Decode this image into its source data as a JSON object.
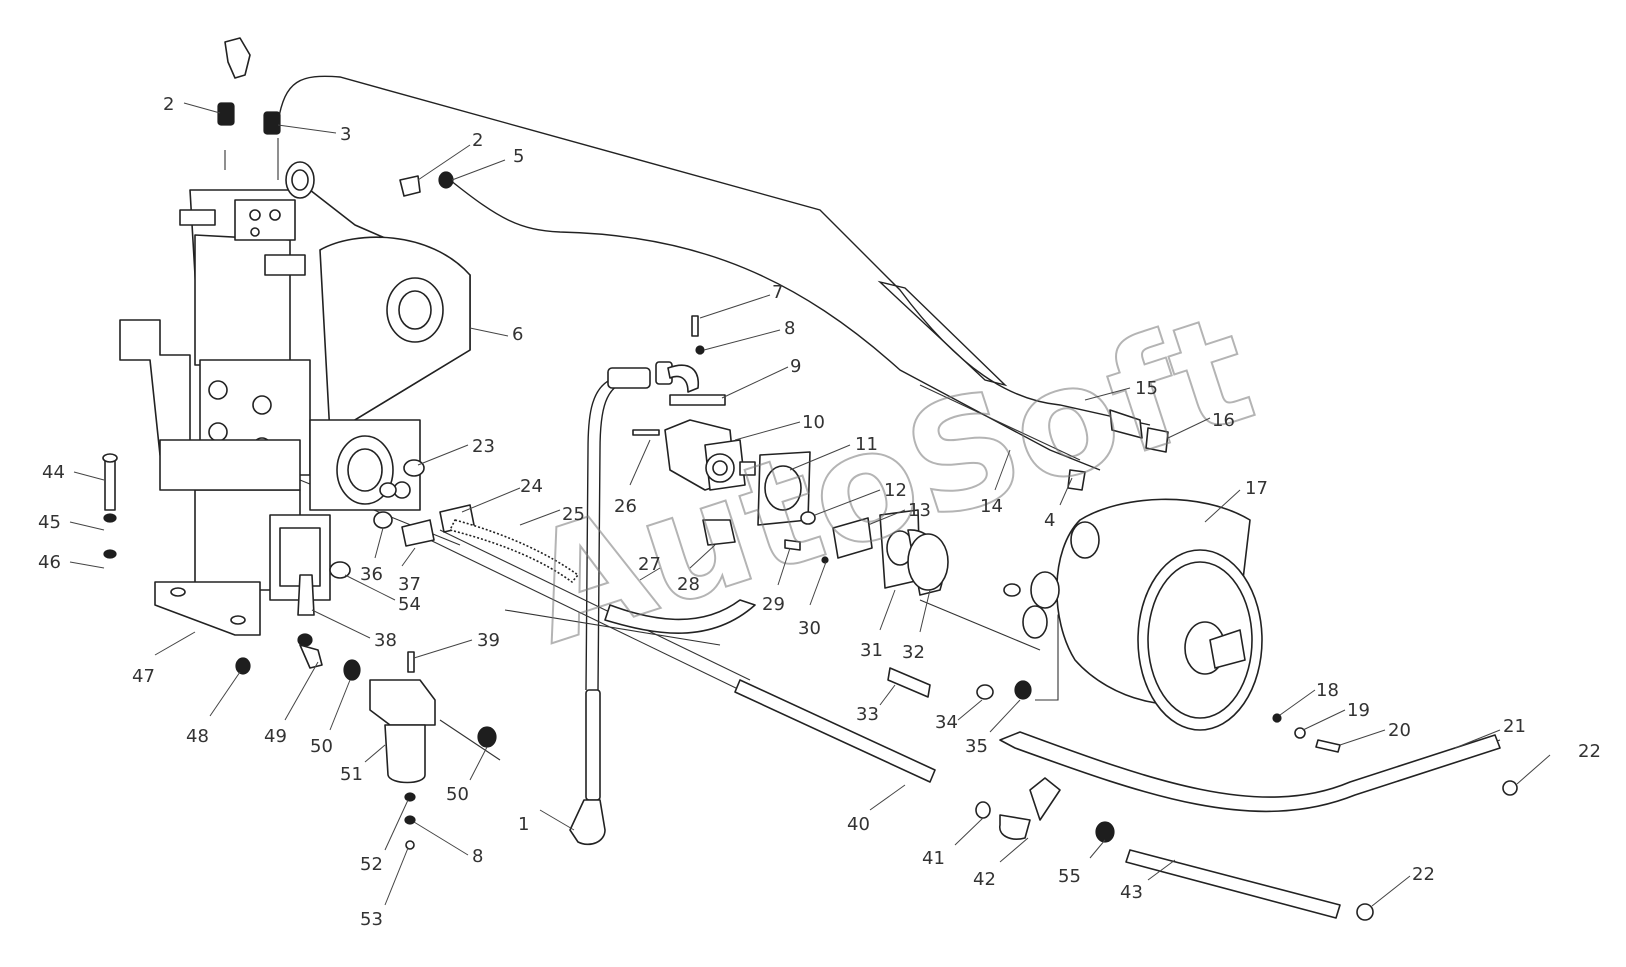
{
  "watermark": "AutoSoft",
  "callouts": [
    {
      "id": "c1",
      "label": "1"
    },
    {
      "id": "c2a",
      "label": "2"
    },
    {
      "id": "c2b",
      "label": "2"
    },
    {
      "id": "c3",
      "label": "3"
    },
    {
      "id": "c4",
      "label": "4"
    },
    {
      "id": "c5",
      "label": "5"
    },
    {
      "id": "c6",
      "label": "6"
    },
    {
      "id": "c7",
      "label": "7"
    },
    {
      "id": "c8a",
      "label": "8"
    },
    {
      "id": "c8b",
      "label": "8"
    },
    {
      "id": "c9",
      "label": "9"
    },
    {
      "id": "c10",
      "label": "10"
    },
    {
      "id": "c11",
      "label": "11"
    },
    {
      "id": "c12",
      "label": "12"
    },
    {
      "id": "c13",
      "label": "13"
    },
    {
      "id": "c14",
      "label": "14"
    },
    {
      "id": "c15",
      "label": "15"
    },
    {
      "id": "c16",
      "label": "16"
    },
    {
      "id": "c17",
      "label": "17"
    },
    {
      "id": "c18",
      "label": "18"
    },
    {
      "id": "c19",
      "label": "19"
    },
    {
      "id": "c20",
      "label": "20"
    },
    {
      "id": "c21",
      "label": "21"
    },
    {
      "id": "c22a",
      "label": "22"
    },
    {
      "id": "c22b",
      "label": "22"
    },
    {
      "id": "c23",
      "label": "23"
    },
    {
      "id": "c24",
      "label": "24"
    },
    {
      "id": "c25",
      "label": "25"
    },
    {
      "id": "c26",
      "label": "26"
    },
    {
      "id": "c27",
      "label": "27"
    },
    {
      "id": "c28",
      "label": "28"
    },
    {
      "id": "c29",
      "label": "29"
    },
    {
      "id": "c30",
      "label": "30"
    },
    {
      "id": "c31",
      "label": "31"
    },
    {
      "id": "c32",
      "label": "32"
    },
    {
      "id": "c33",
      "label": "33"
    },
    {
      "id": "c34",
      "label": "34"
    },
    {
      "id": "c35",
      "label": "35"
    },
    {
      "id": "c36",
      "label": "36"
    },
    {
      "id": "c37",
      "label": "37"
    },
    {
      "id": "c38",
      "label": "38"
    },
    {
      "id": "c39",
      "label": "39"
    },
    {
      "id": "c40",
      "label": "40"
    },
    {
      "id": "c41",
      "label": "41"
    },
    {
      "id": "c42",
      "label": "42"
    },
    {
      "id": "c43",
      "label": "43"
    },
    {
      "id": "c44",
      "label": "44"
    },
    {
      "id": "c45",
      "label": "45"
    },
    {
      "id": "c46",
      "label": "46"
    },
    {
      "id": "c47",
      "label": "47"
    },
    {
      "id": "c48",
      "label": "48"
    },
    {
      "id": "c49",
      "label": "49"
    },
    {
      "id": "c50a",
      "label": "50"
    },
    {
      "id": "c50b",
      "label": "50"
    },
    {
      "id": "c51",
      "label": "51"
    },
    {
      "id": "c52",
      "label": "52"
    },
    {
      "id": "c53",
      "label": "53"
    },
    {
      "id": "c54",
      "label": "54"
    },
    {
      "id": "c55",
      "label": "55"
    }
  ]
}
